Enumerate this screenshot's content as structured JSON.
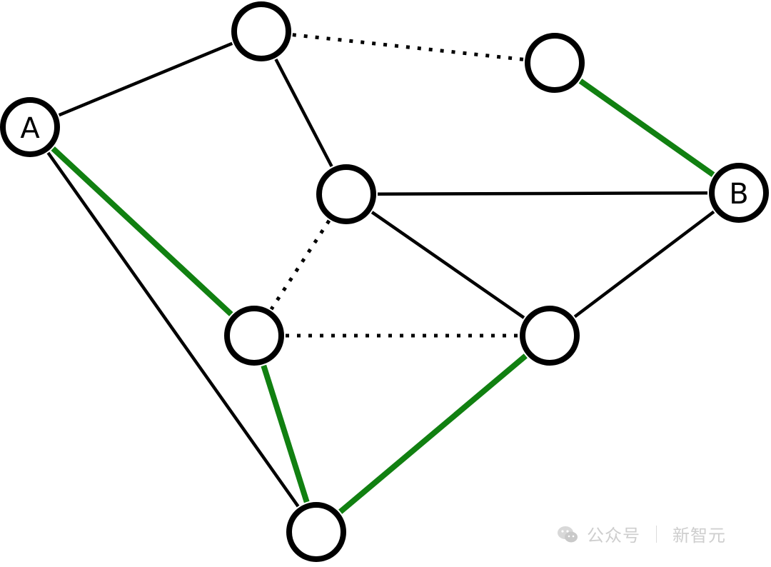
{
  "graph": {
    "nodes": [
      {
        "id": "A",
        "label": "A"
      },
      {
        "id": "n_top",
        "label": ""
      },
      {
        "id": "n_topright",
        "label": ""
      },
      {
        "id": "n_center",
        "label": ""
      },
      {
        "id": "B",
        "label": "B"
      },
      {
        "id": "n_midleft",
        "label": ""
      },
      {
        "id": "n_midright",
        "label": ""
      },
      {
        "id": "n_bottom",
        "label": ""
      }
    ],
    "edges": [
      {
        "from": "A",
        "to": "n_top",
        "style": "solid"
      },
      {
        "from": "A",
        "to": "n_midleft",
        "style": "highlight"
      },
      {
        "from": "A",
        "to": "n_bottom",
        "style": "solid"
      },
      {
        "from": "n_top",
        "to": "n_topright",
        "style": "dotted"
      },
      {
        "from": "n_top",
        "to": "n_center",
        "style": "solid"
      },
      {
        "from": "n_topright",
        "to": "B",
        "style": "highlight"
      },
      {
        "from": "n_center",
        "to": "B",
        "style": "solid"
      },
      {
        "from": "n_center",
        "to": "n_midleft",
        "style": "dotted"
      },
      {
        "from": "n_center",
        "to": "n_midright",
        "style": "solid"
      },
      {
        "from": "B",
        "to": "n_midright",
        "style": "solid"
      },
      {
        "from": "n_midleft",
        "to": "n_midright",
        "style": "dotted"
      },
      {
        "from": "n_midleft",
        "to": "n_bottom",
        "style": "highlight"
      },
      {
        "from": "n_midright",
        "to": "n_bottom",
        "style": "highlight"
      }
    ],
    "colors": {
      "solid": "#000000",
      "dotted": "#000000",
      "highlight": "#118011",
      "node_fill": "#ffffff",
      "node_stroke": "#000000"
    }
  },
  "watermark": {
    "icon": "wechat-icon",
    "text1": "公众号",
    "text2": "新智元"
  }
}
